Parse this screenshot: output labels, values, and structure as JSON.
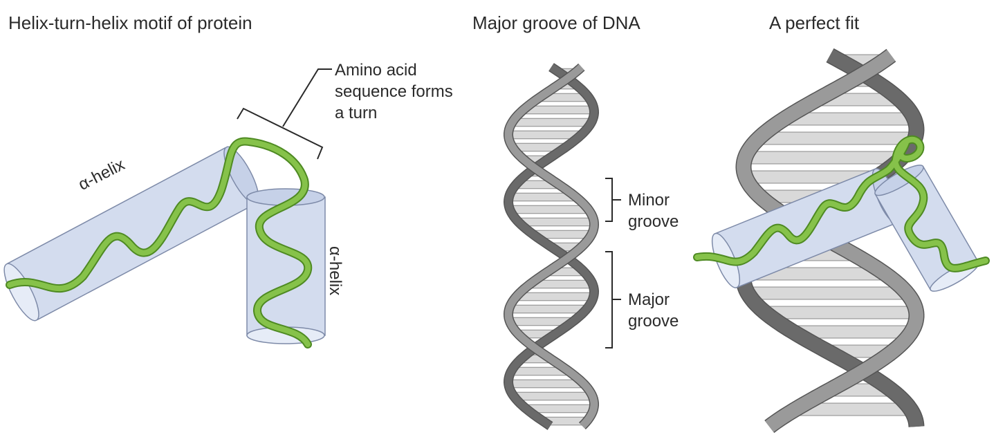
{
  "panels": {
    "left": {
      "title": "Helix-turn-helix motif of protein"
    },
    "middle": {
      "title": "Major groove of DNA"
    },
    "right": {
      "title": "A perfect fit"
    }
  },
  "labels": {
    "turn": [
      "Amino acid",
      "sequence forms",
      "a turn"
    ],
    "helix_a": "α-helix",
    "helix_b": "α-helix",
    "minor_groove": [
      "Minor",
      "groove"
    ],
    "major_groove": [
      "Major",
      "groove"
    ]
  },
  "colors": {
    "cylinder_fill": "#d3dcee",
    "cylinder_stroke": "#7d8aa8",
    "ribbon": "#86c24a",
    "ribbon_dark": "#4e8a22",
    "dna_strand": "#9a9a9a",
    "dna_strand_dark": "#6a6a6a",
    "base_pair": "#d9d9d9",
    "text": "#2a2a2a"
  }
}
